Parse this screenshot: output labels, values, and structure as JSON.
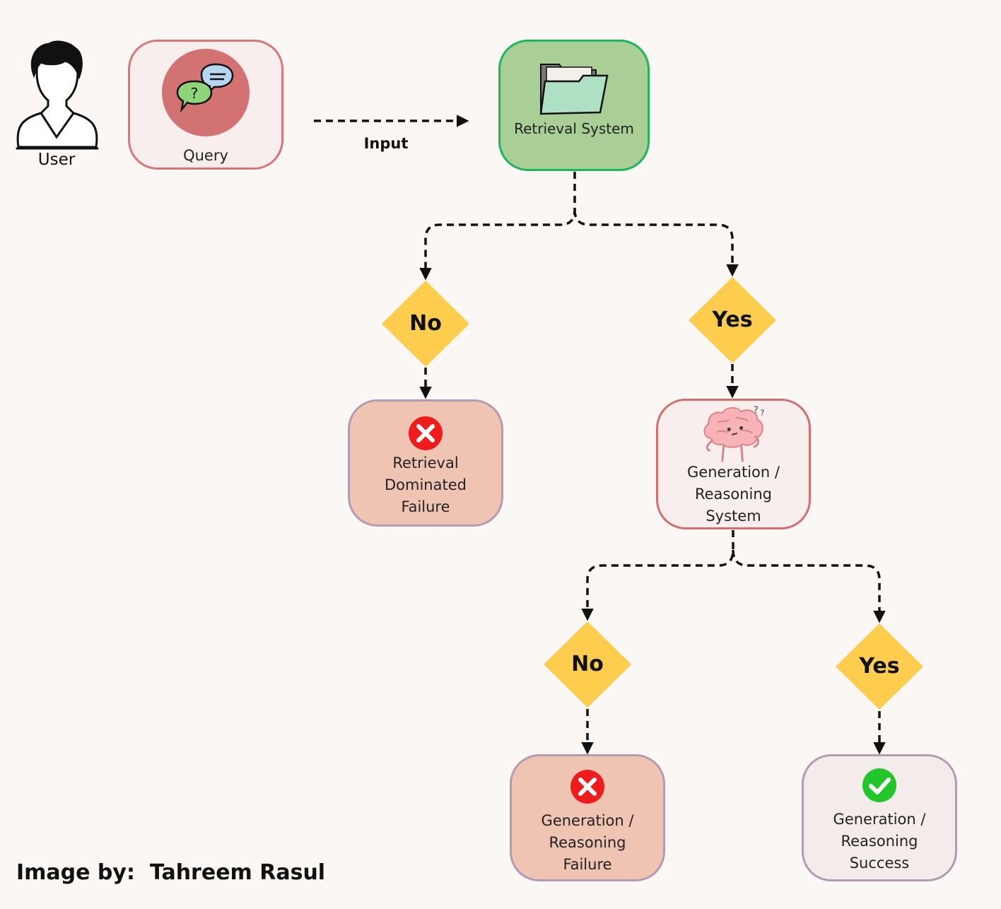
{
  "user": {
    "label": "User"
  },
  "query": {
    "label": "Query"
  },
  "input_arrow": {
    "label": "Input"
  },
  "retrieval": {
    "label": "Retrieval System"
  },
  "decision1": {
    "no": "No",
    "yes": "Yes"
  },
  "retrieval_failure": {
    "label": "Retrieval\nDominated\nFailure"
  },
  "generation": {
    "label": "Generation /\nReasoning\nSystem"
  },
  "decision2": {
    "no": "No",
    "yes": "Yes"
  },
  "gen_failure": {
    "label": "Generation /\nReasoning\nFailure"
  },
  "gen_success": {
    "label": "Generation /\nReasoning\nSuccess"
  },
  "credit": {
    "text": "Image by:  Tahreem Rasul"
  },
  "colors": {
    "background": "#faf7f4",
    "query_border": "#d97777",
    "query_fill": "#f8eeee",
    "query_circle": "#d27272",
    "retrieval_fill": "#a9cf96",
    "retrieval_border": "#1fb55a",
    "diamond": "#ffcd4e",
    "failure_fill": "#f0c4b2",
    "failure_border": "#b39bb4",
    "generation_fill": "#f8eeee",
    "generation_border": "#d36e6e",
    "success_fill": "#f3ecea",
    "error_icon": "#ee1c1c",
    "check_icon": "#22c52a"
  }
}
